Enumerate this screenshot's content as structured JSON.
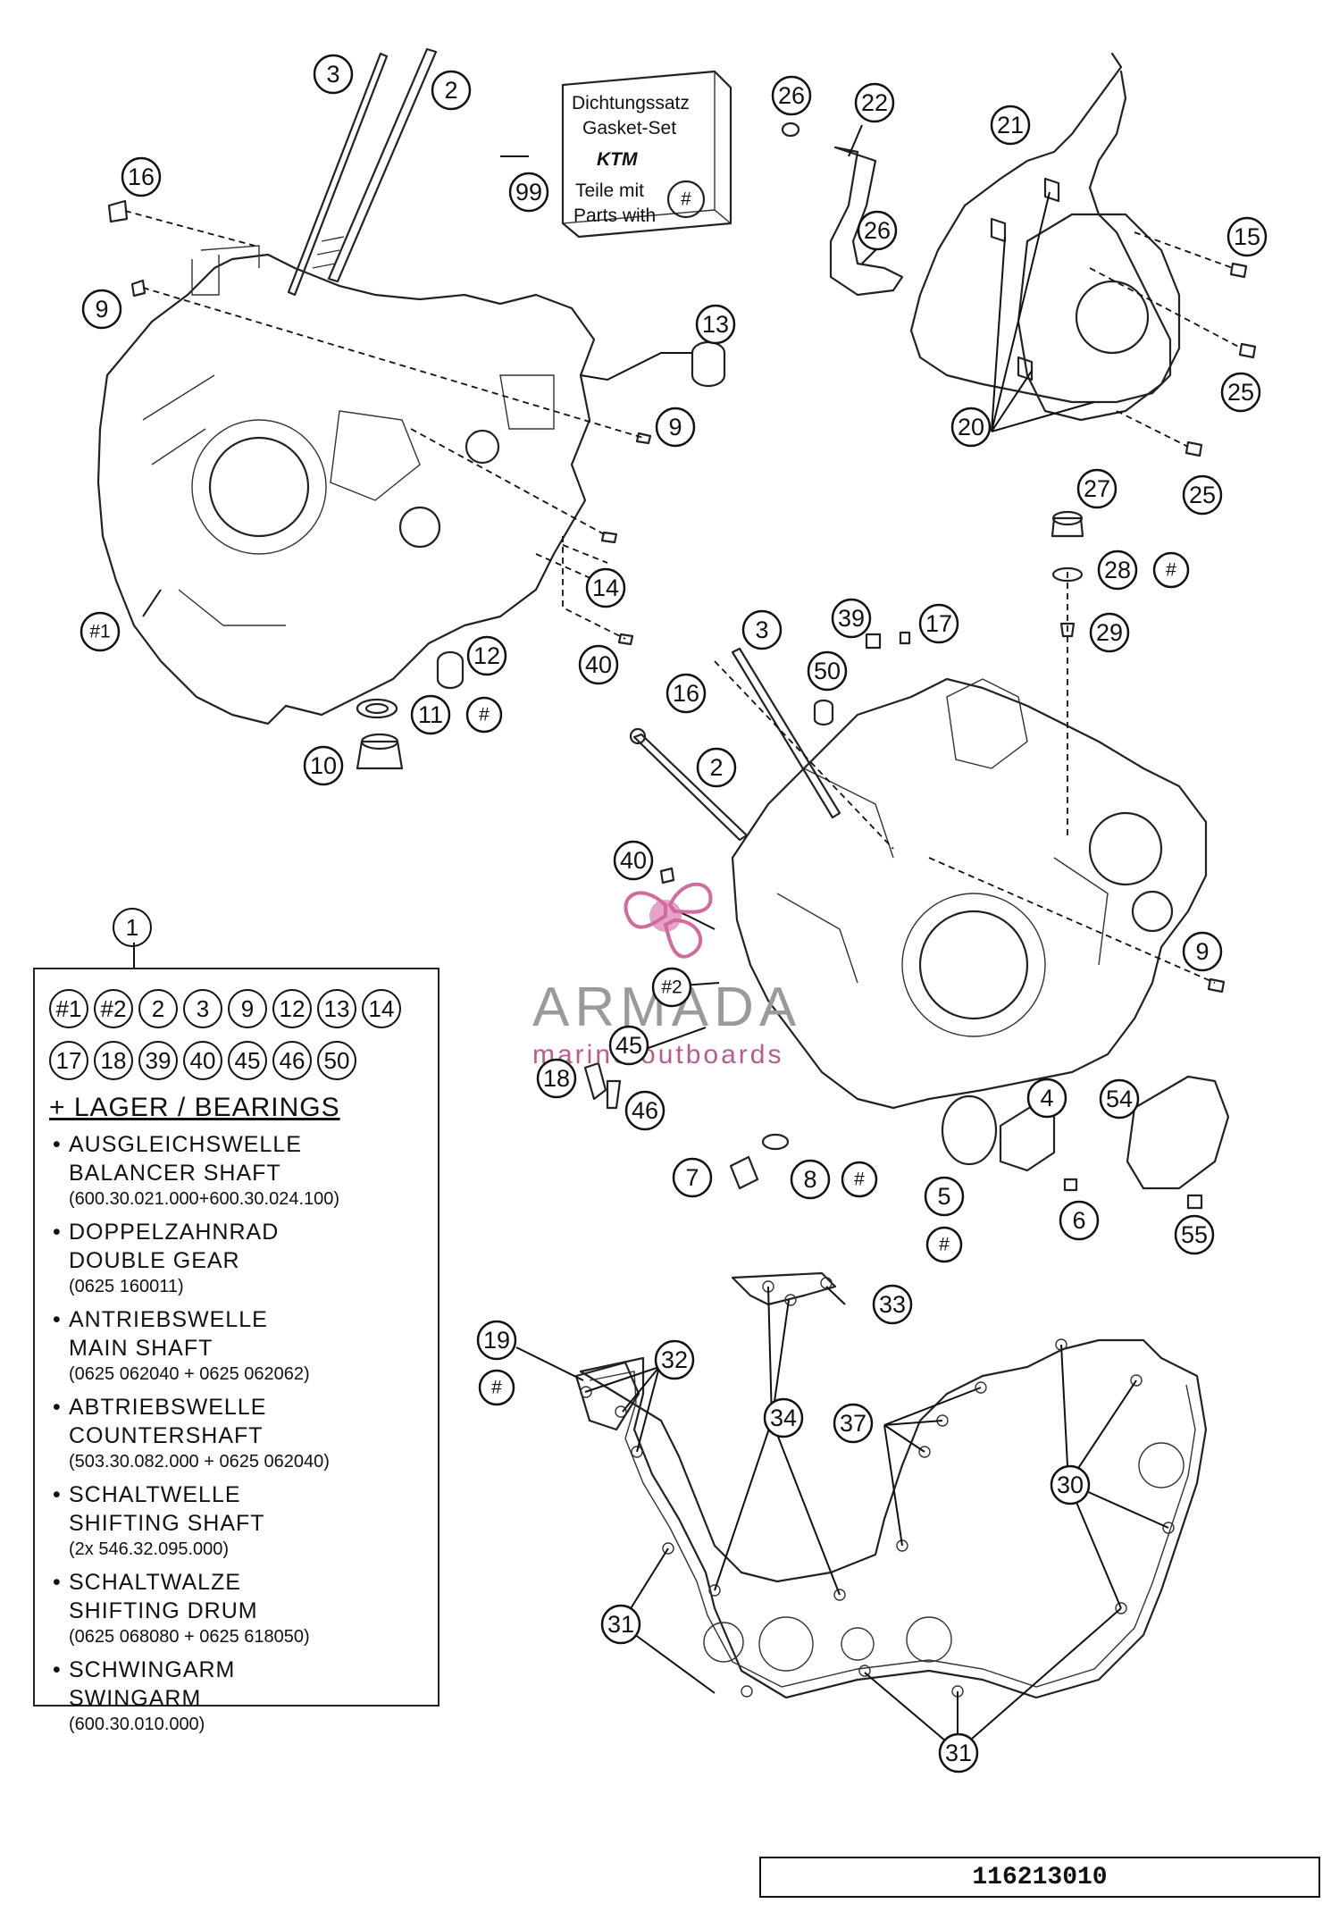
{
  "kit": {
    "line1": "Dichtungssatz",
    "line2": "Gasket-Set",
    "brand": "KTM",
    "line3": "Teile mit",
    "line4": "Parts with",
    "hash": "#",
    "ref": "99"
  },
  "callouts": {
    "c1": "1",
    "c2": "2",
    "c3": "3",
    "c4": "4",
    "c5": "5",
    "c6": "6",
    "c7": "7",
    "c8": "8",
    "c9": "9",
    "c10": "10",
    "c11": "11",
    "c12": "12",
    "c13": "13",
    "c14": "14",
    "c15": "15",
    "c16": "16",
    "c17": "17",
    "c18": "18",
    "c19": "19",
    "c20": "20",
    "c21": "21",
    "c22": "22",
    "c25": "25",
    "c26": "26",
    "c27": "27",
    "c28": "28",
    "c29": "29",
    "c30": "30",
    "c31": "31",
    "c32": "32",
    "c33": "33",
    "c34": "34",
    "c37": "37",
    "c39": "39",
    "c40": "40",
    "c45": "45",
    "c46": "46",
    "c50": "50",
    "c54": "54",
    "c55": "55",
    "h1": "#1",
    "h2": "#2",
    "hash": "#"
  },
  "legend": {
    "number": "1",
    "row1": [
      "#1",
      "#2",
      "2",
      "3",
      "9",
      "12",
      "13",
      "14"
    ],
    "row2": [
      "17",
      "18",
      "39",
      "40",
      "45",
      "46",
      "50"
    ],
    "bearings_title": "+ LAGER / BEARINGS",
    "items": [
      {
        "de": "AUSGLEICHSWELLE",
        "en": "BALANCER SHAFT",
        "num": "(600.30.021.000+600.30.024.100)"
      },
      {
        "de": "DOPPELZAHNRAD",
        "en": "DOUBLE GEAR",
        "num": "(0625 160011)"
      },
      {
        "de": "ANTRIEBSWELLE",
        "en": "MAIN SHAFT",
        "num": "(0625 062040 + 0625 062062)"
      },
      {
        "de": "ABTRIEBSWELLE",
        "en": "COUNTERSHAFT",
        "num": "(503.30.082.000 + 0625 062040)"
      },
      {
        "de": "SCHALTWELLE",
        "en": "SHIFTING SHAFT",
        "num": "(2x 546.32.095.000)"
      },
      {
        "de": "SCHALTWALZE",
        "en": "SHIFTING DRUM",
        "num": "(0625 068080 + 0625 618050)"
      },
      {
        "de": "SCHWINGARM",
        "en": "SWINGARM",
        "num": "(600.30.010.000)"
      }
    ]
  },
  "watermark": {
    "name": "ARMADA",
    "tagline": "marine outboards",
    "name_color": "#9a9a9a",
    "accent_color": "#c8508a"
  },
  "diagram_ref": "116213010"
}
